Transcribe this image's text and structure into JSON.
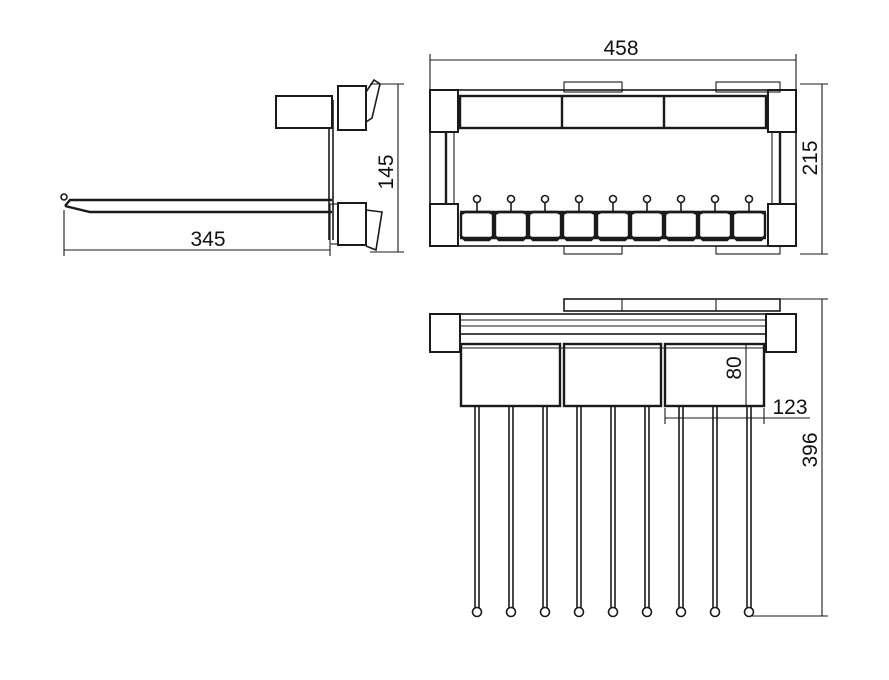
{
  "dimensions": {
    "overall_width": "458",
    "frame_depth": "215",
    "side_height": "145",
    "side_length": "345",
    "basket_height": "80",
    "basket_width": "123",
    "overall_height": "396"
  }
}
